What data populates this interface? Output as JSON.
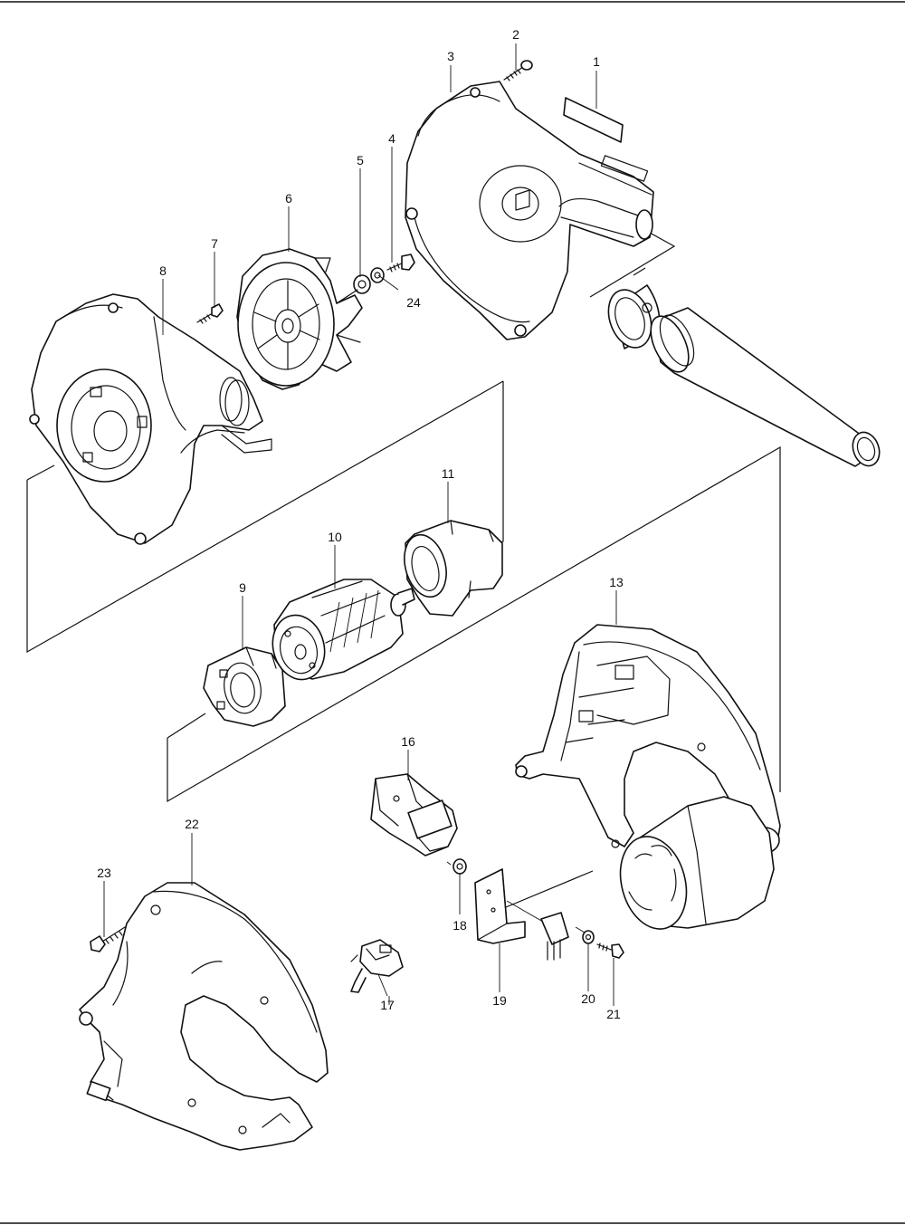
{
  "diagram": {
    "type": "exploded-parts-diagram",
    "callouts": [
      {
        "id": "1",
        "part": "label"
      },
      {
        "id": "2",
        "part": "screw"
      },
      {
        "id": "3",
        "part": "fan-housing-cover"
      },
      {
        "id": "4",
        "part": "bolt"
      },
      {
        "id": "5",
        "part": "washer"
      },
      {
        "id": "6",
        "part": "fan"
      },
      {
        "id": "7",
        "part": "screw"
      },
      {
        "id": "8",
        "part": "fan-housing"
      },
      {
        "id": "9",
        "part": "motor-bracket"
      },
      {
        "id": "10",
        "part": "dc-motor"
      },
      {
        "id": "11",
        "part": "motor-sleeve"
      },
      {
        "id": "13",
        "part": "housing-half"
      },
      {
        "id": "16",
        "part": "switch"
      },
      {
        "id": "17",
        "part": "terminal"
      },
      {
        "id": "18",
        "part": "nut"
      },
      {
        "id": "19",
        "part": "bracket"
      },
      {
        "id": "20",
        "part": "washer"
      },
      {
        "id": "21",
        "part": "screw"
      },
      {
        "id": "22",
        "part": "housing-half"
      },
      {
        "id": "23",
        "part": "screw"
      },
      {
        "id": "24",
        "part": "spring-washer"
      }
    ]
  }
}
